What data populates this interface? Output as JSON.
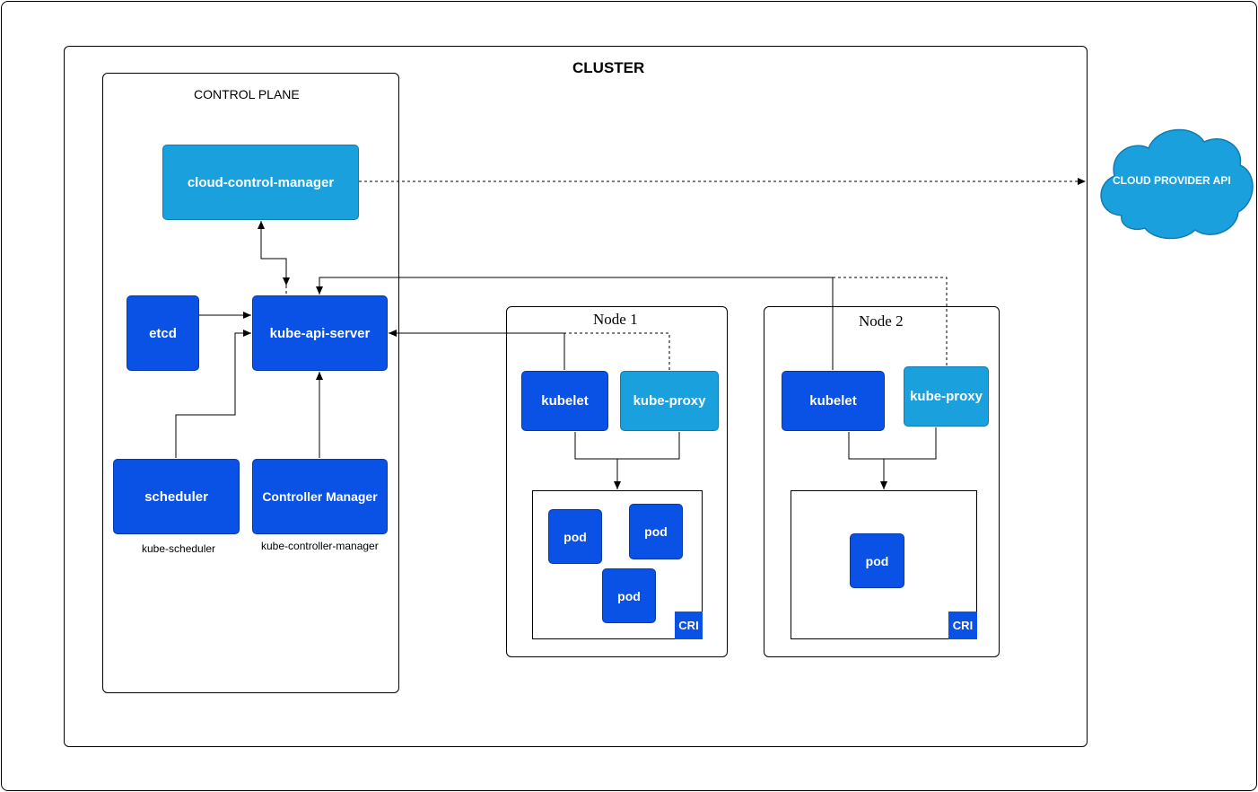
{
  "cluster": {
    "title": "CLUSTER",
    "control_plane": {
      "title": "CONTROL PLANE",
      "cloud_control_manager": "cloud-control-manager",
      "etcd": "etcd",
      "kube_api_server": "kube-api-server",
      "scheduler": "scheduler",
      "scheduler_caption": "kube-scheduler",
      "controller_manager": "Controller Manager",
      "controller_manager_caption": "kube-controller-manager"
    },
    "nodes": [
      {
        "title": "Node 1",
        "kubelet": "kubelet",
        "kube_proxy": "kube-proxy",
        "pods": [
          "pod",
          "pod",
          "pod"
        ],
        "runtime": "CRI"
      },
      {
        "title": "Node 2",
        "kubelet": "kubelet",
        "kube_proxy": "kube-proxy",
        "pods": [
          "pod"
        ],
        "runtime": "CRI"
      }
    ]
  },
  "cloud_provider": "CLOUD PROVIDER API",
  "colors": {
    "component_dark": "#0a51e6",
    "component_light": "#1aa0dc",
    "outline": "#000000"
  }
}
